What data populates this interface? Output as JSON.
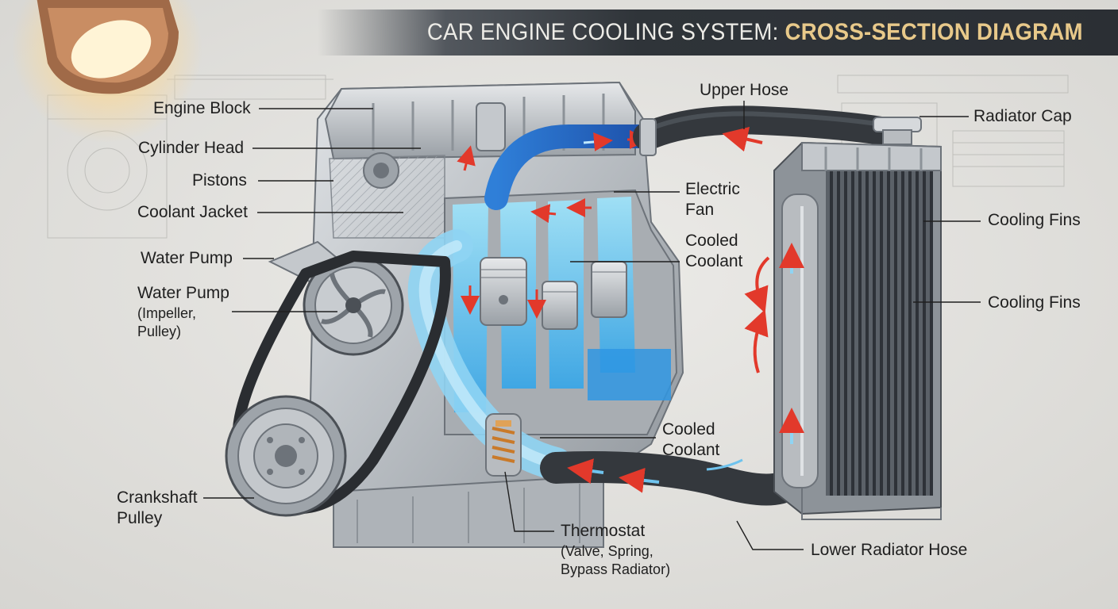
{
  "title": {
    "part1": "CAR ENGINE COOLING SYSTEM: ",
    "part2": "CROSS-SECTION DIAGRAM"
  },
  "labels": {
    "engine_block": "Engine Block",
    "cylinder_head": "Cylinder Head",
    "pistons": "Pistons",
    "coolant_jacket": "Coolant Jacket",
    "water_pump": "Water Pump",
    "water_pump_detail_line1": "Water Pump",
    "water_pump_detail_line2": "(Impeller,",
    "water_pump_detail_line3": "Pulley)",
    "crankshaft_pulley_line1": "Crankshaft",
    "crankshaft_pulley_line2": "Pulley",
    "upper_hose": "Upper Hose",
    "radiator_cap": "Radiator Cap",
    "electric_fan_line1": "Electric",
    "electric_fan_line2": "Fan",
    "cooled_coolant_upper_line1": "Cooled",
    "cooled_coolant_upper_line2": "Coolant",
    "cooling_fins_upper": "Cooling Fins",
    "cooling_fins_lower": "Cooling Fins",
    "cooled_coolant_lower_line1": "Cooled",
    "cooled_coolant_lower_line2": "Coolant",
    "thermostat_line1": "Thermostat",
    "thermostat_line2": "(Valve, Spring,",
    "thermostat_line3": "Bypass Radiator)",
    "lower_radiator_hose": "Lower Radiator Hose"
  },
  "colors": {
    "background": "#e4e3df",
    "metal": "#b9bdc1",
    "metal_dark": "#7d838a",
    "coolant_light": "#7fd3f2",
    "coolant_blue": "#1f7fd6",
    "hot_flow": "#e2392b",
    "hose": "#34383d",
    "title_accent": "#e8c98a"
  }
}
